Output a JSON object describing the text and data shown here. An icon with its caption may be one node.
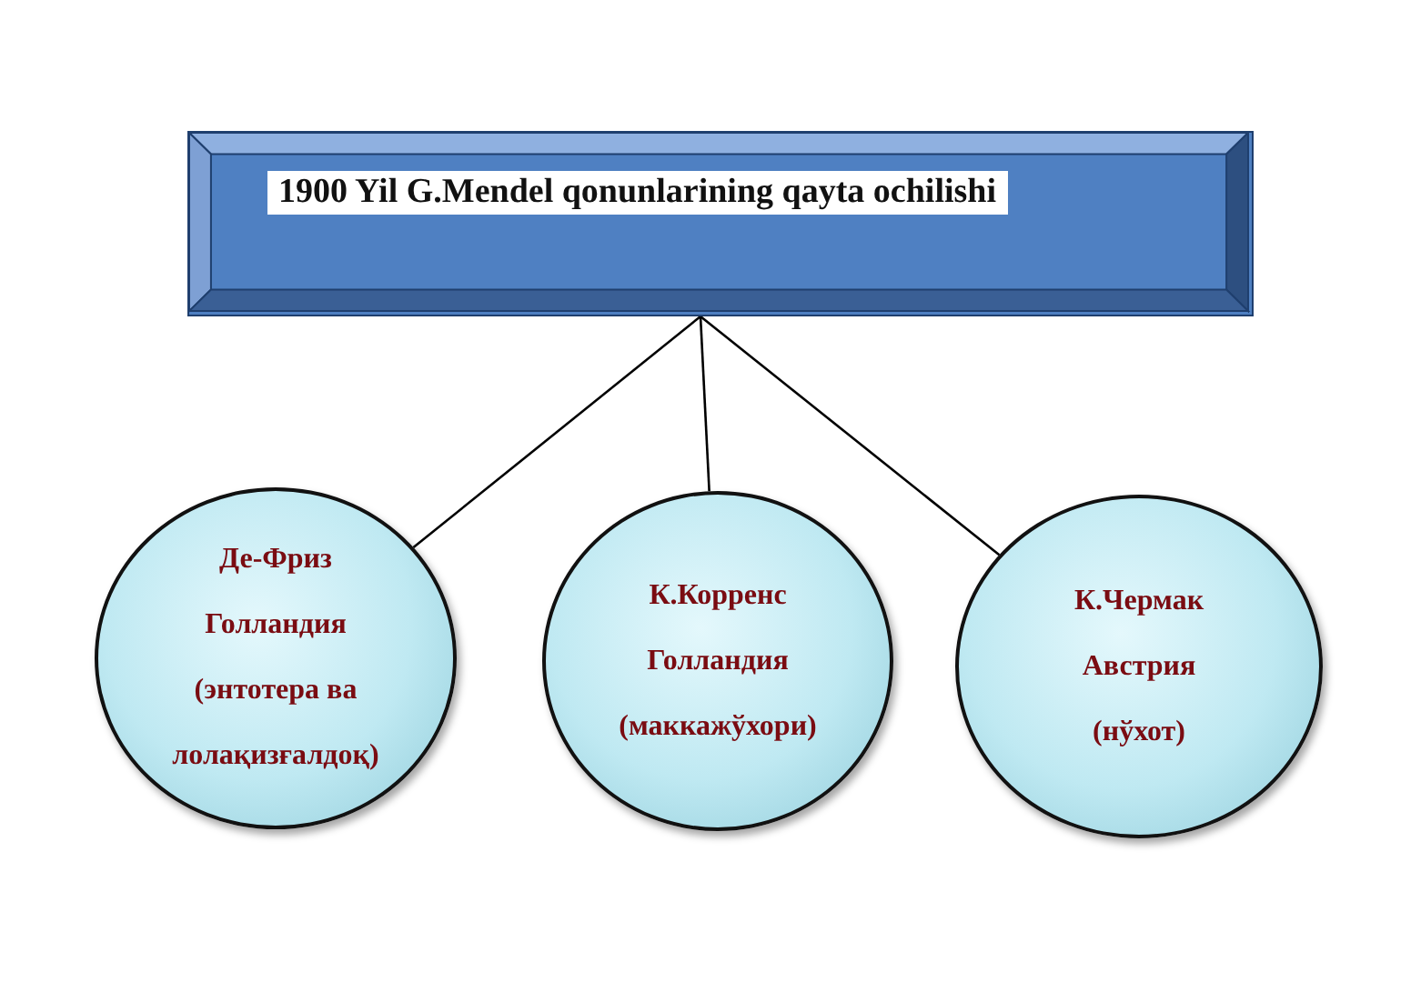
{
  "diagram": {
    "nodes": [
      {
        "text": [
          "1900 Yil G.Mendel qonunlarining qayta ochilishi"
        ]
      },
      {
        "text": [
          "Де-Фриз",
          "Голландия",
          "(энтотера ва лолақизғалдоқ)"
        ]
      },
      {
        "text": [
          "К.Корренс",
          "Голландия",
          "(маккажўхори)"
        ]
      },
      {
        "text": [
          "К.Чермак",
          "Австрия",
          "(нўхот)"
        ]
      }
    ],
    "edges": [
      {
        "from": 0,
        "to": 1,
        "arrow": "none"
      },
      {
        "from": 0,
        "to": 2,
        "arrow": "none"
      },
      {
        "from": 0,
        "to": 3,
        "arrow": "none"
      }
    ]
  }
}
